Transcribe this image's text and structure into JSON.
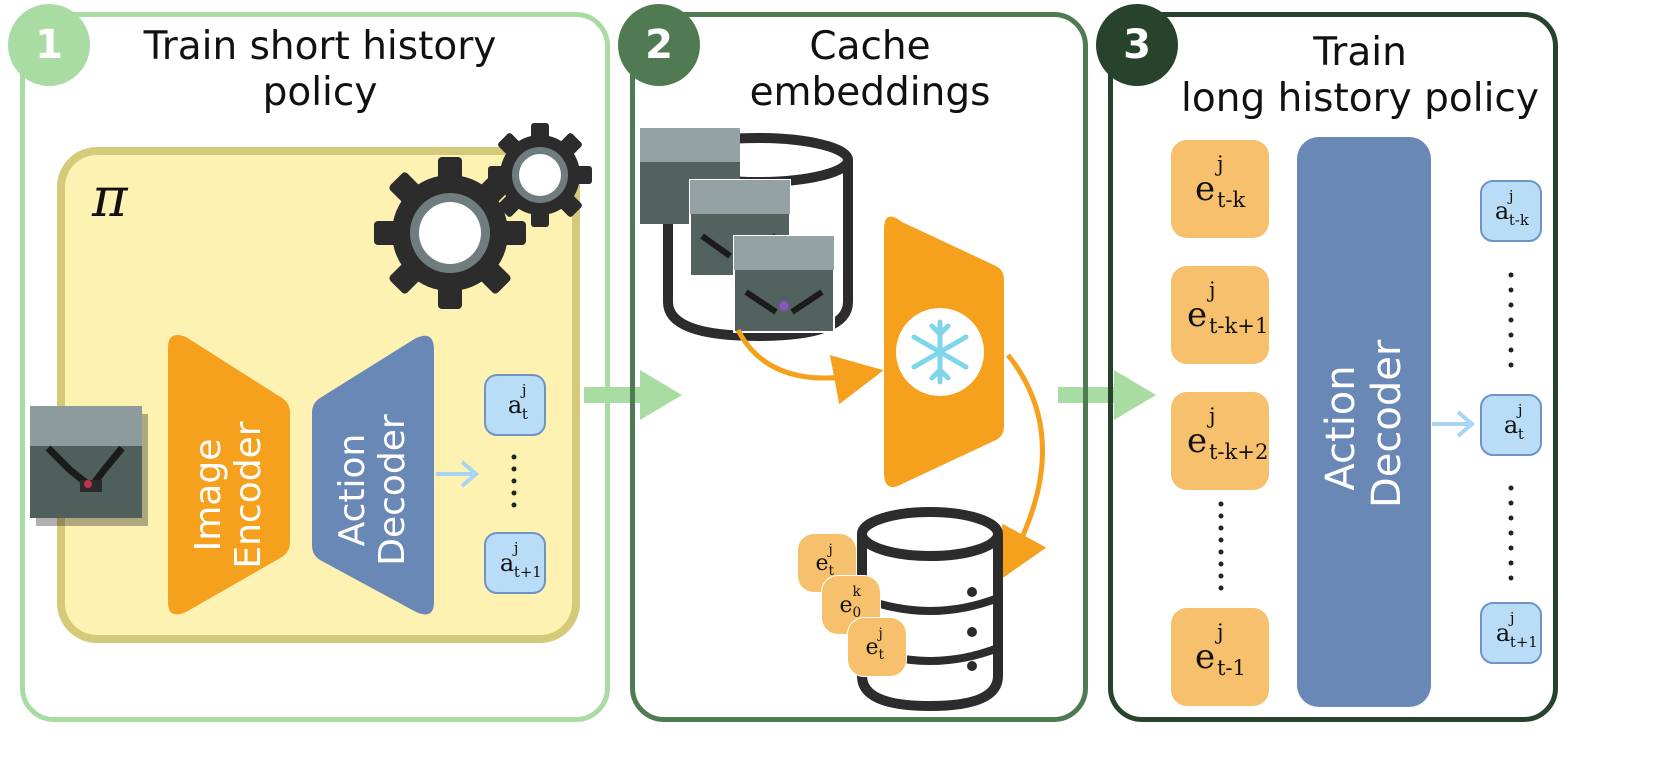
{
  "colors": {
    "panel1": "#a9dca2",
    "panel2": "#4f7a52",
    "panel3": "#27432c",
    "orange": "#f5a11e",
    "blue": "#6a88b6",
    "yellow": "#fdf2b2",
    "yellow_border": "#d5c97a",
    "action_fill": "#b9dcf7",
    "embed_fill": "#f6c06c"
  },
  "panel1": {
    "number": "1",
    "title_line1": "Train short history",
    "title_line2": "policy",
    "policy_symbol": "π",
    "encoder_line1": "Image",
    "encoder_line2": "Encoder",
    "decoder_line1": "Action",
    "decoder_line2": "Decoder",
    "action_top": {
      "base": "a",
      "sup": "j",
      "sub": "t"
    },
    "action_bottom": {
      "base": "a",
      "sup": "j",
      "sub": "t+1"
    },
    "icons": [
      "gear-icon",
      "gear-icon",
      "robot-image"
    ]
  },
  "panel2": {
    "number": "2",
    "title_line1": "Cache",
    "title_line2": "embeddings",
    "embed_cards": [
      {
        "base": "e",
        "sup": "j",
        "sub": "t"
      },
      {
        "base": "e",
        "sup": "k",
        "sub": "0"
      },
      {
        "base": "e",
        "sup": "j",
        "sub": "t"
      }
    ],
    "icons": [
      "database-icon",
      "snowflake-icon",
      "database-icon"
    ]
  },
  "panel3": {
    "number": "3",
    "title_line1": "Train",
    "title_line2": "long history policy",
    "decoder_line1": "Action",
    "decoder_line2": "Decoder",
    "embeds": [
      {
        "base": "e",
        "sup": "j",
        "sub": "t-k"
      },
      {
        "base": "e",
        "sup": "j",
        "sub": "t-k+1"
      },
      {
        "base": "e",
        "sup": "j",
        "sub": "t-k+2"
      },
      {
        "base": "e",
        "sup": "j",
        "sub": "t-1"
      }
    ],
    "actions": [
      {
        "base": "a",
        "sup": "j",
        "sub": "t-k"
      },
      {
        "base": "a",
        "sup": "j",
        "sub": "t"
      },
      {
        "base": "a",
        "sup": "j",
        "sub": "t+1"
      }
    ]
  }
}
